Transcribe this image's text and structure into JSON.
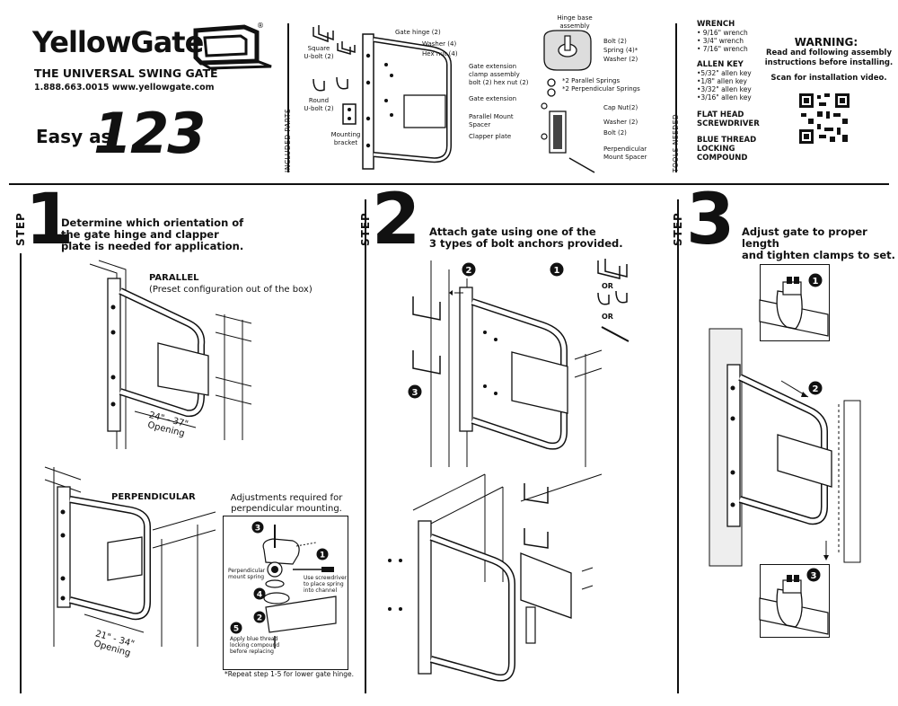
{
  "brand": {
    "name": "YellowGate",
    "trademark": "®",
    "tagline": "THE UNIVERSAL SWING GATE",
    "phone": "1.888.663.0015",
    "website": "www.yellowgate.com"
  },
  "intro": {
    "easy_as": "Easy as",
    "numbers": "123"
  },
  "included_parts": {
    "section_label": "INCLUDED PARTS",
    "left_parts": [
      {
        "label": "Square\nU-bolt (2)"
      },
      {
        "label": "Round\nU-bolt (2)"
      },
      {
        "label": "Mounting\nbracket"
      }
    ],
    "gate_callouts": [
      "Gate hinge (2)",
      "Washer (4)",
      "Hex nut (4)",
      "Gate extension\nclamp assembly\nbolt (2) hex nut (2)",
      "Gate extension",
      "Parallel Mount\nSpacer",
      "Clapper plate"
    ],
    "hinge_parts": {
      "title": "Hinge base\nassembly",
      "items": [
        "Bolt (2)",
        "Spring (4)*",
        "Washer (2)"
      ],
      "springs": [
        "*2 Parallel Springs",
        "*2 Perpendicular Springs"
      ],
      "spacer_items": [
        "Cap Nut(2)",
        "Washer (2)",
        "Bolt (2)",
        "Perpendicular\nMount Spacer"
      ]
    }
  },
  "tools": {
    "section_label": "TOOLS NEEDED",
    "groups": [
      {
        "heading": "WRENCH",
        "items": [
          "• 9/16\" wrench",
          "• 3/4\" wrench",
          "• 7/16\" wrench"
        ]
      },
      {
        "heading": "ALLEN KEY",
        "items": [
          "•5/32\" allen key",
          "•1/8\" allen key",
          "•3/32\" allen key",
          "•3/16\" allen key"
        ]
      },
      {
        "heading": "FLAT HEAD\nSCREWDRIVER",
        "items": []
      },
      {
        "heading": "BLUE THREAD\nLOCKING\nCOMPOUND",
        "items": []
      }
    ]
  },
  "warning": {
    "title": "WARNING:",
    "text": "Read and following assembly\ninstructions before installing.",
    "scan": "Scan for installation video."
  },
  "steps": [
    {
      "word": "STEP",
      "number": "1",
      "description": "Determine which orientation of\nthe gate hinge and clapper\nplate is needed for application.",
      "parallel_title": "PARALLEL",
      "parallel_note": "(Preset configuration out of the box)",
      "parallel_opening": "24\" - 37\"\nOpening",
      "perp_title": "PERPENDICULAR",
      "perp_adjust": "Adjustments required for\nperpendicular mounting.",
      "perp_opening": "21\" - 34\"\nOpening",
      "detail_labels": [
        "Perpendicular\nmount spring",
        "Use screwdriver\nto place spring\ninto channel",
        "Apply blue thread\nlocking compound\nbefore replacing"
      ],
      "detail_numbers": [
        "1",
        "2",
        "3",
        "4",
        "5"
      ],
      "repeat_note": "*Repeat step 1-5 for lower gate hinge."
    },
    {
      "word": "STEP",
      "number": "2",
      "description": "Attach gate using one of the\n3 types of bolt anchors provided.",
      "or_label": "OR",
      "markers": [
        "1",
        "2",
        "3"
      ]
    },
    {
      "word": "STEP",
      "number": "3",
      "description": "Adjust gate to proper length\nand tighten clamps to set.",
      "markers": [
        "1",
        "2",
        "3"
      ]
    }
  ]
}
